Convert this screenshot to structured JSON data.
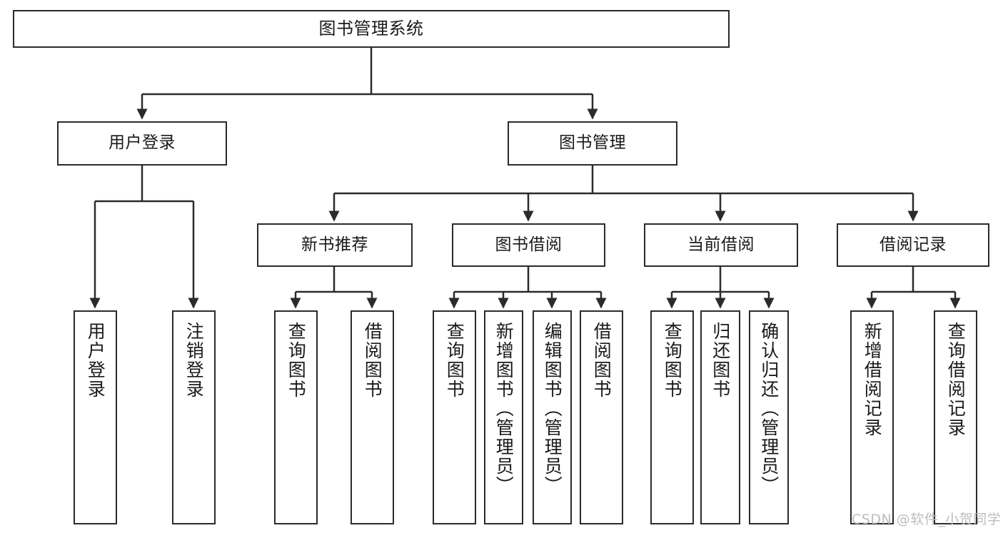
{
  "diagram": {
    "title": "图书管理系统",
    "type": "tree",
    "watermark": "CSDN @软件_小贺同学",
    "stroke_color": "#2b2b2b",
    "fill_color": "#ffffff",
    "text_color": "#1a1a1a",
    "watermark_color": "#bdbdbd"
  },
  "nodes": {
    "root": {
      "label": "图书管理系统"
    },
    "level2": [
      {
        "label": "用户登录"
      },
      {
        "label": "图书管理"
      }
    ],
    "level3": [
      {
        "label": "新书推荐"
      },
      {
        "label": "图书借阅"
      },
      {
        "label": "当前借阅"
      },
      {
        "label": "借阅记录"
      }
    ],
    "leaves": {
      "user_login": [
        {
          "label": "用户登录"
        },
        {
          "label": "注销登录"
        }
      ],
      "new_book": [
        {
          "label": "查询图书"
        },
        {
          "label": "借阅图书"
        }
      ],
      "book_borrow": [
        {
          "label": "查询图书"
        },
        {
          "label": "新增图书（管理员）"
        },
        {
          "label": "编辑图书（管理员）"
        },
        {
          "label": "借阅图书"
        }
      ],
      "current_borrow": [
        {
          "label": "查询图书"
        },
        {
          "label": "归还图书"
        },
        {
          "label": "确认归还（管理员）"
        }
      ],
      "borrow_record": [
        {
          "label": "新增借阅记录"
        },
        {
          "label": "查询借阅记录"
        }
      ]
    }
  },
  "chart_data": {
    "type": "table",
    "title": "图书管理系统 功能结构图",
    "tree": {
      "name": "图书管理系统",
      "children": [
        {
          "name": "用户登录",
          "children": [
            {
              "name": "用户登录"
            },
            {
              "name": "注销登录"
            }
          ]
        },
        {
          "name": "图书管理",
          "children": [
            {
              "name": "新书推荐",
              "children": [
                {
                  "name": "查询图书"
                },
                {
                  "name": "借阅图书"
                }
              ]
            },
            {
              "name": "图书借阅",
              "children": [
                {
                  "name": "查询图书"
                },
                {
                  "name": "新增图书（管理员）"
                },
                {
                  "name": "编辑图书（管理员）"
                },
                {
                  "name": "借阅图书"
                }
              ]
            },
            {
              "name": "当前借阅",
              "children": [
                {
                  "name": "查询图书"
                },
                {
                  "name": "归还图书"
                },
                {
                  "name": "确认归还（管理员）"
                }
              ]
            },
            {
              "name": "借阅记录",
              "children": [
                {
                  "name": "新增借阅记录"
                },
                {
                  "name": "查询借阅记录"
                }
              ]
            }
          ]
        }
      ]
    }
  }
}
